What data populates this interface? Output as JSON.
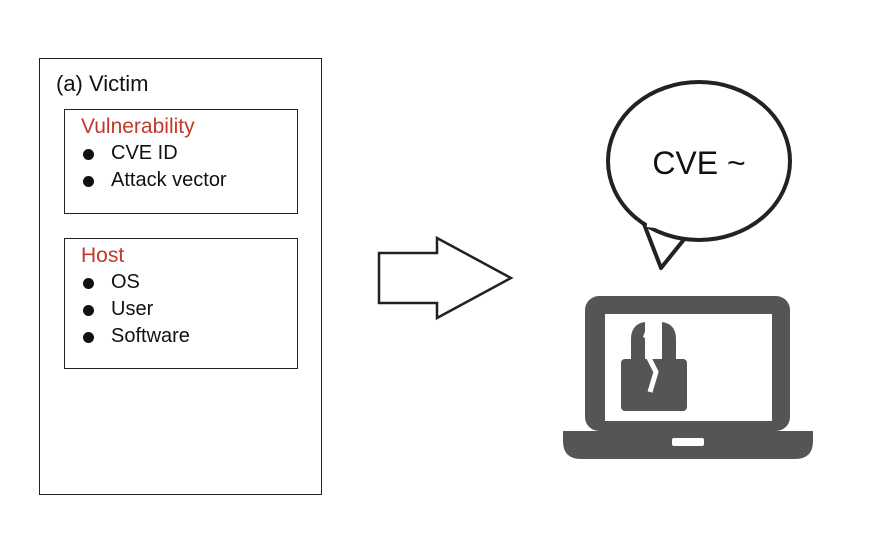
{
  "colors": {
    "heading_accent": "#c0392b",
    "line": "#222222",
    "device": "#555555",
    "screen": "#ffffff"
  },
  "victim": {
    "title": "(a) Victim",
    "vulnerability": {
      "heading": "Vulnerability",
      "items": [
        "CVE ID",
        "Attack vector"
      ]
    },
    "host": {
      "heading": "Host",
      "items": [
        "OS",
        "User",
        "Software"
      ]
    }
  },
  "speech": {
    "text": "CVE ~"
  },
  "icons": [
    "right-arrow-icon",
    "speech-bubble-icon",
    "laptop-icon",
    "broken-lock-icon"
  ]
}
